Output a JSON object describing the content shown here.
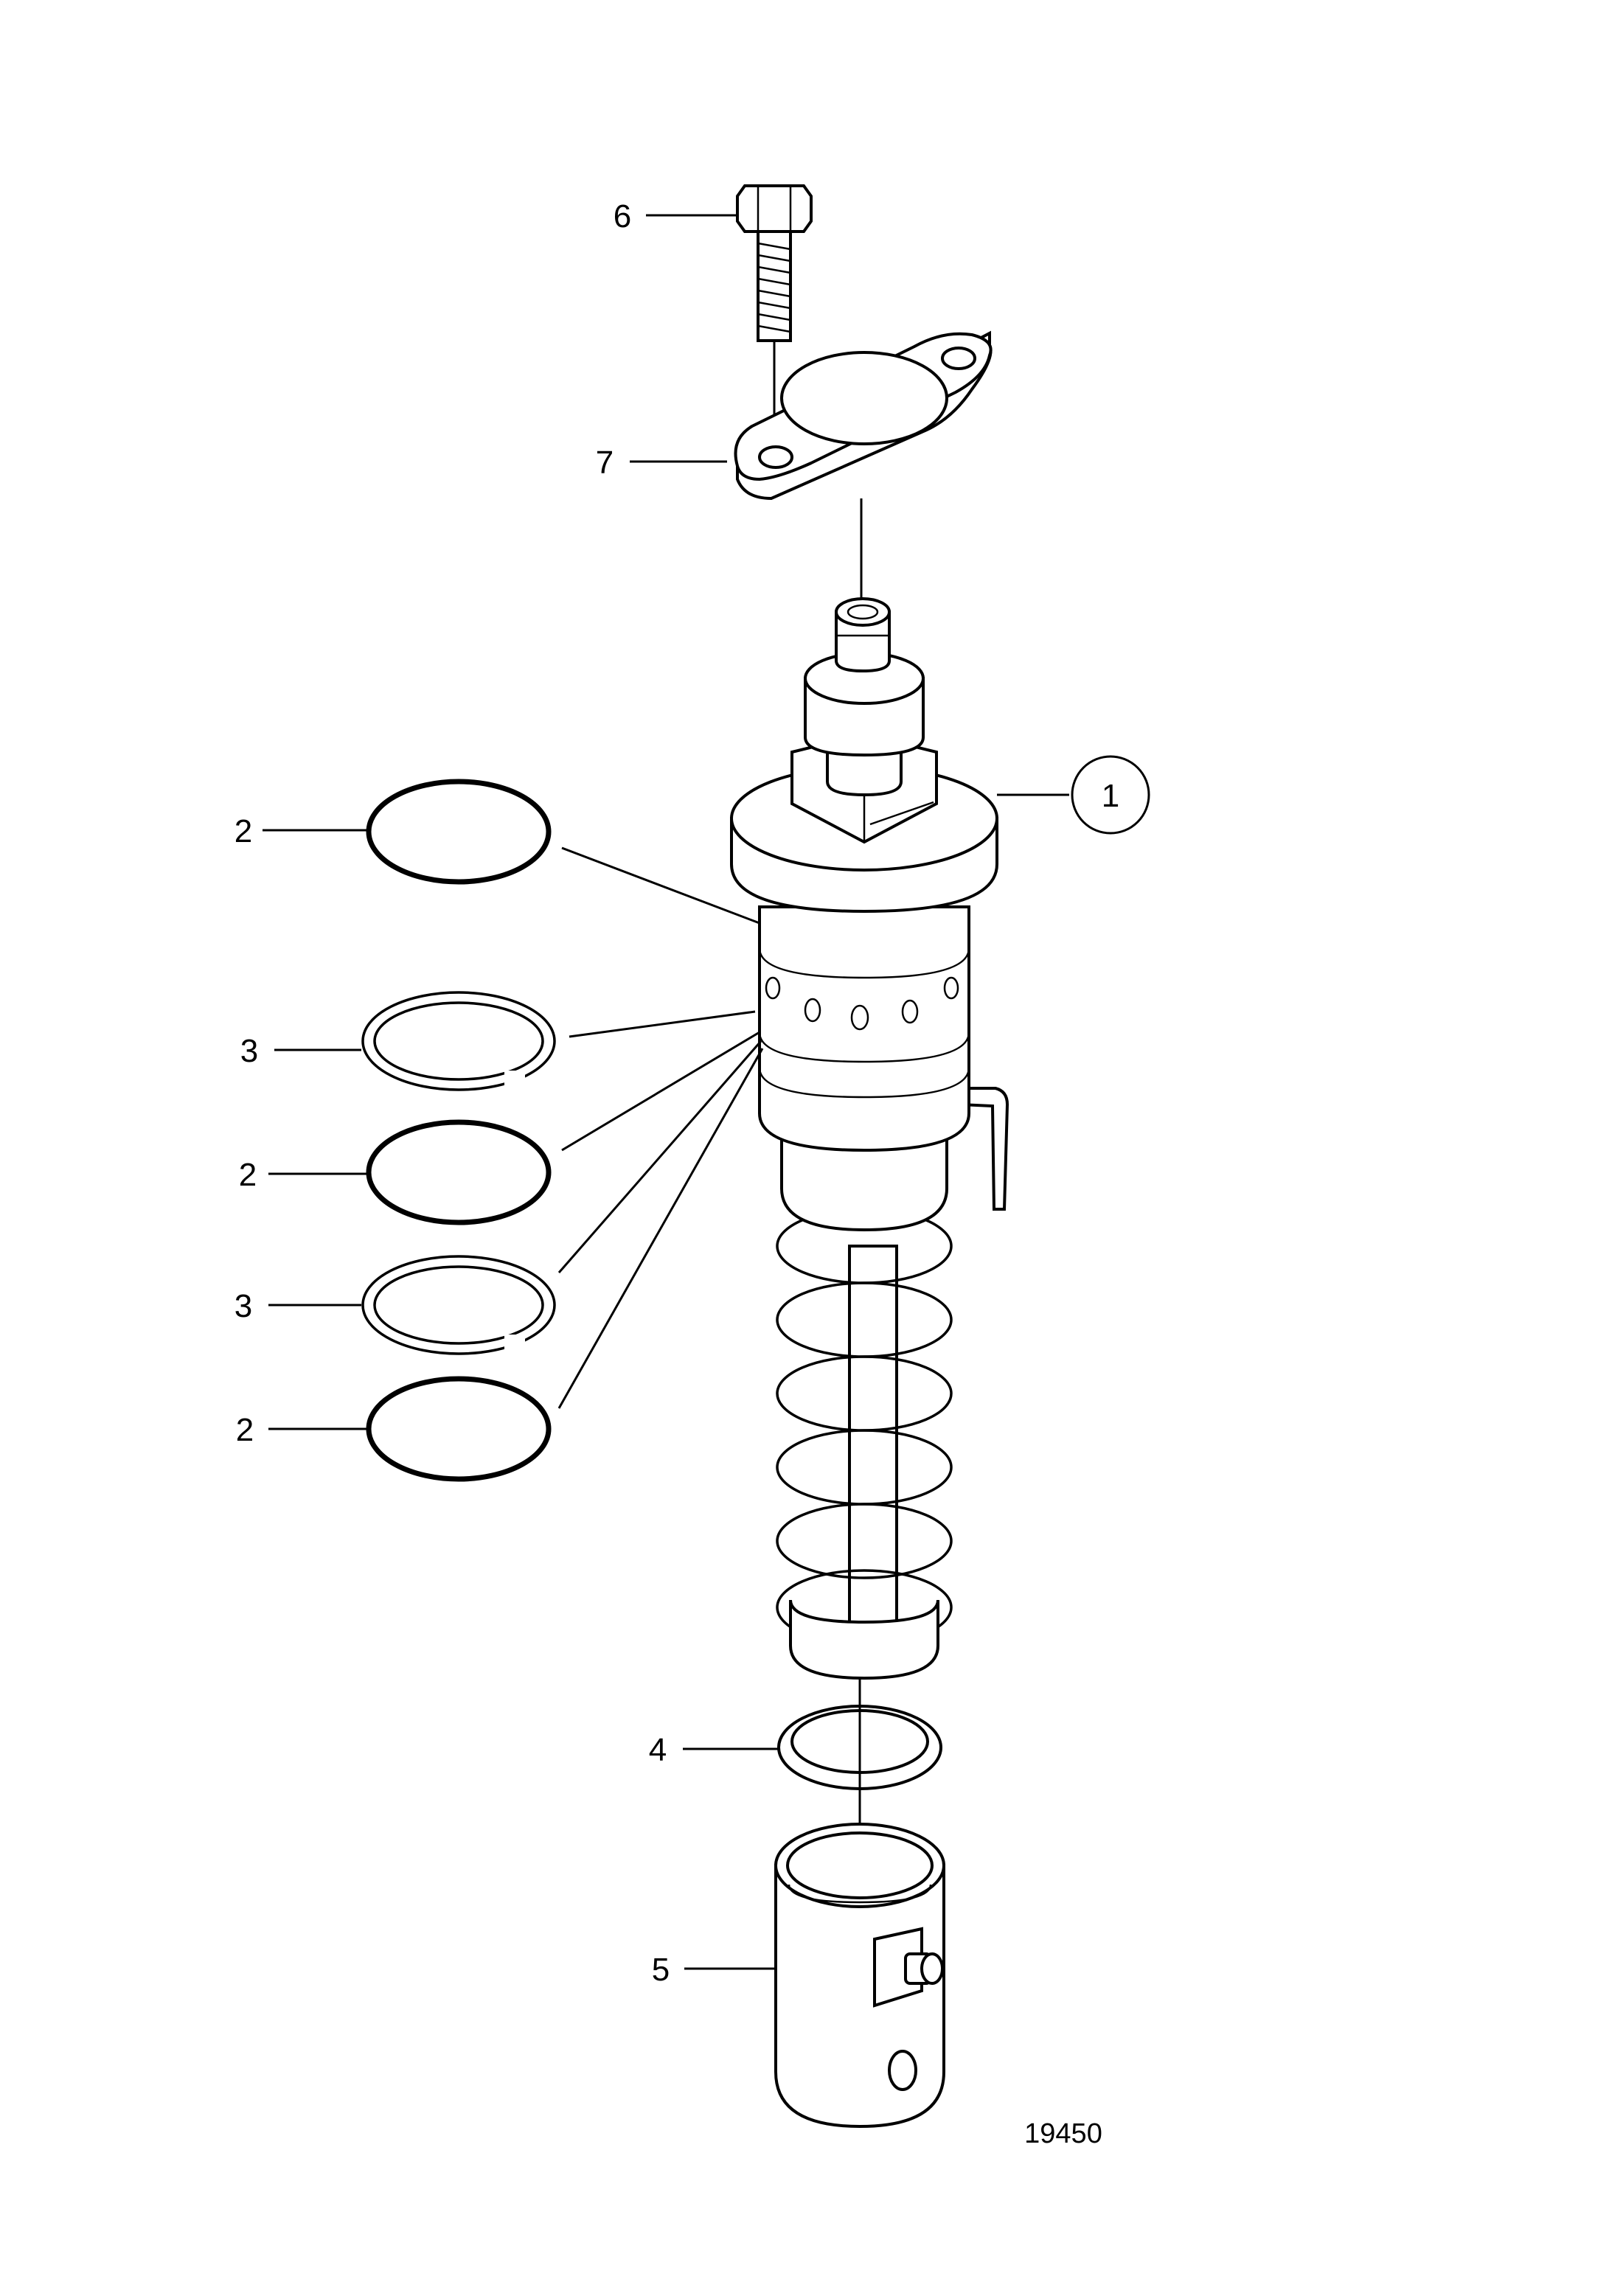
{
  "callouts": {
    "c1": "1",
    "c2a": "2",
    "c3a": "3",
    "c2b": "2",
    "c3b": "3",
    "c2c": "2",
    "c4": "4",
    "c5": "5",
    "c6": "6",
    "c7": "7"
  },
  "figure_number": "19450"
}
